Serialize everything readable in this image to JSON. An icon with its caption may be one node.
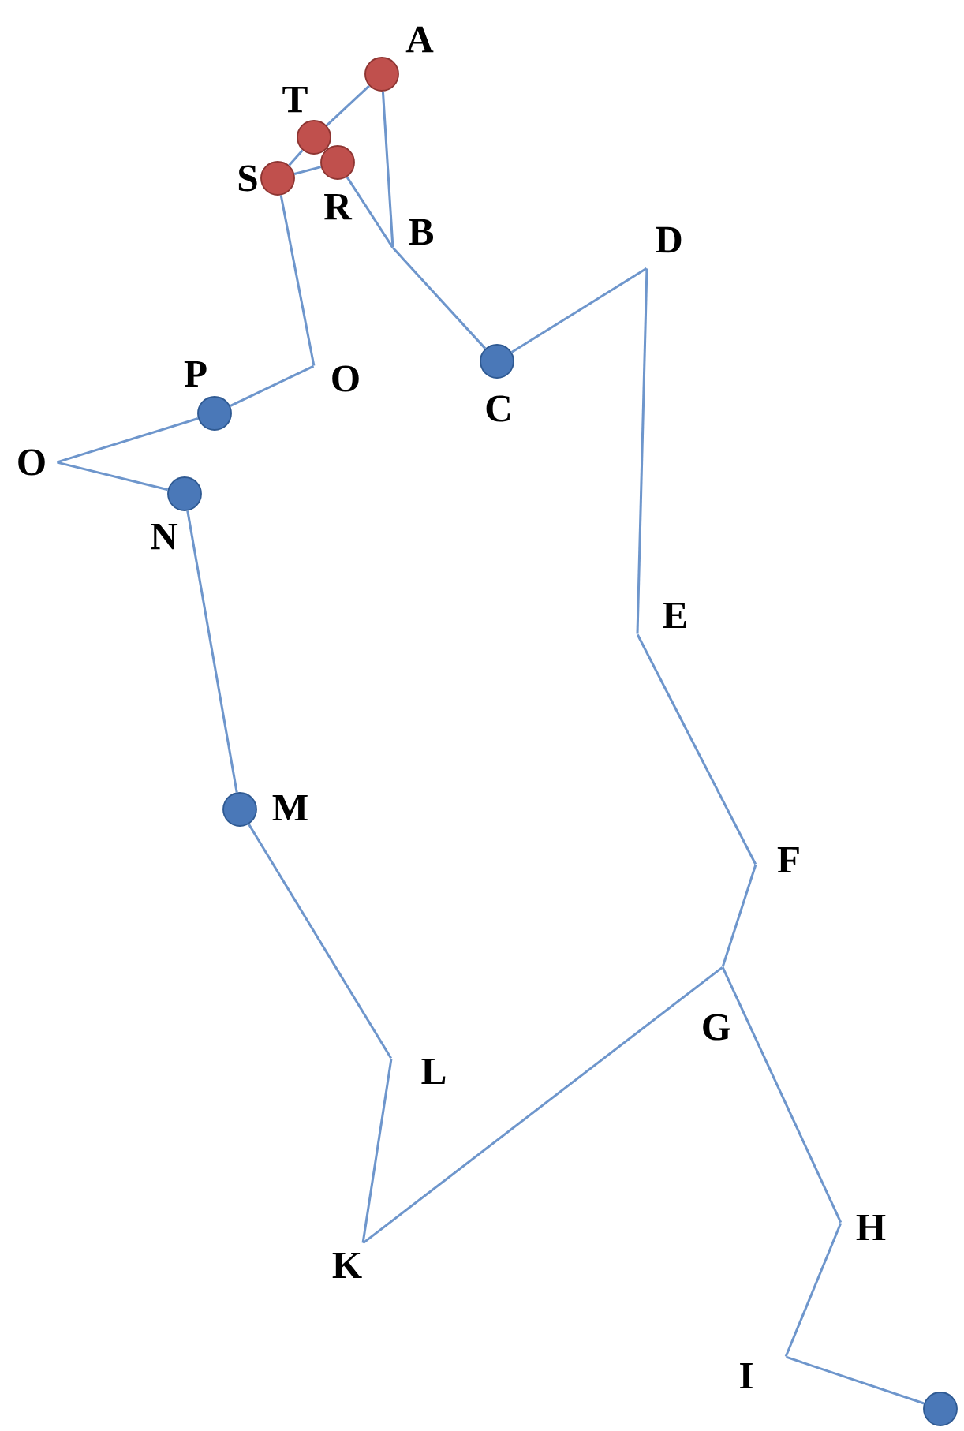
{
  "diagram": {
    "nodes": [
      {
        "text": [],
        "shape": "circle",
        "beside": [
          "A"
        ]
      },
      {
        "text": [
          "B"
        ]
      },
      {
        "text": [],
        "shape": "circle",
        "beside": [
          "C"
        ]
      },
      {
        "text": [
          "D"
        ]
      },
      {
        "text": [
          "E"
        ]
      },
      {
        "text": [
          "F"
        ]
      },
      {
        "text": [
          "G"
        ]
      },
      {
        "text": [
          "H"
        ]
      },
      {
        "text": [
          "I"
        ]
      },
      {
        "text": [],
        "shape": "circle"
      },
      {
        "text": [
          "K"
        ]
      },
      {
        "text": [
          "L"
        ]
      },
      {
        "text": [],
        "shape": "circle",
        "beside": [
          "M"
        ]
      },
      {
        "text": [],
        "shape": "circle",
        "beside": [
          "N"
        ]
      },
      {
        "text": [
          "O"
        ]
      },
      {
        "text": [],
        "shape": "circle",
        "beside": [
          "P"
        ]
      },
      {
        "text": [
          "O"
        ]
      },
      {
        "text": [],
        "shape": "circle",
        "beside": [
          "R"
        ]
      },
      {
        "text": [],
        "shape": "circle",
        "beside": [
          "S"
        ]
      },
      {
        "text": [],
        "shape": "circle",
        "beside": [
          "T"
        ]
      }
    ],
    "edges": [
      {
        "from": 0,
        "to": 1,
        "arrow": "none"
      },
      {
        "from": 1,
        "to": 2,
        "arrow": "none"
      },
      {
        "from": 2,
        "to": 3,
        "arrow": "none"
      },
      {
        "from": 3,
        "to": 4,
        "arrow": "none"
      },
      {
        "from": 4,
        "to": 5,
        "arrow": "none"
      },
      {
        "from": 5,
        "to": 6,
        "arrow": "none"
      },
      {
        "from": 6,
        "to": 7,
        "arrow": "none"
      },
      {
        "from": 7,
        "to": 8,
        "arrow": "none"
      },
      {
        "from": 8,
        "to": 9,
        "arrow": "none"
      },
      {
        "from": 6,
        "to": 10,
        "arrow": "none"
      },
      {
        "from": 10,
        "to": 11,
        "arrow": "none"
      },
      {
        "from": 11,
        "to": 12,
        "arrow": "none"
      },
      {
        "from": 12,
        "to": 13,
        "arrow": "none"
      },
      {
        "from": 13,
        "to": 14,
        "arrow": "none"
      },
      {
        "from": 14,
        "to": 15,
        "arrow": "none"
      },
      {
        "from": 15,
        "to": 16,
        "arrow": "none"
      },
      {
        "from": 16,
        "to": 18,
        "arrow": "none"
      },
      {
        "from": 18,
        "to": 17,
        "arrow": "none"
      },
      {
        "from": 17,
        "to": 1,
        "arrow": "none"
      },
      {
        "from": 18,
        "to": 19,
        "arrow": "none"
      },
      {
        "from": 19,
        "to": 0,
        "arrow": "none"
      }
    ]
  }
}
